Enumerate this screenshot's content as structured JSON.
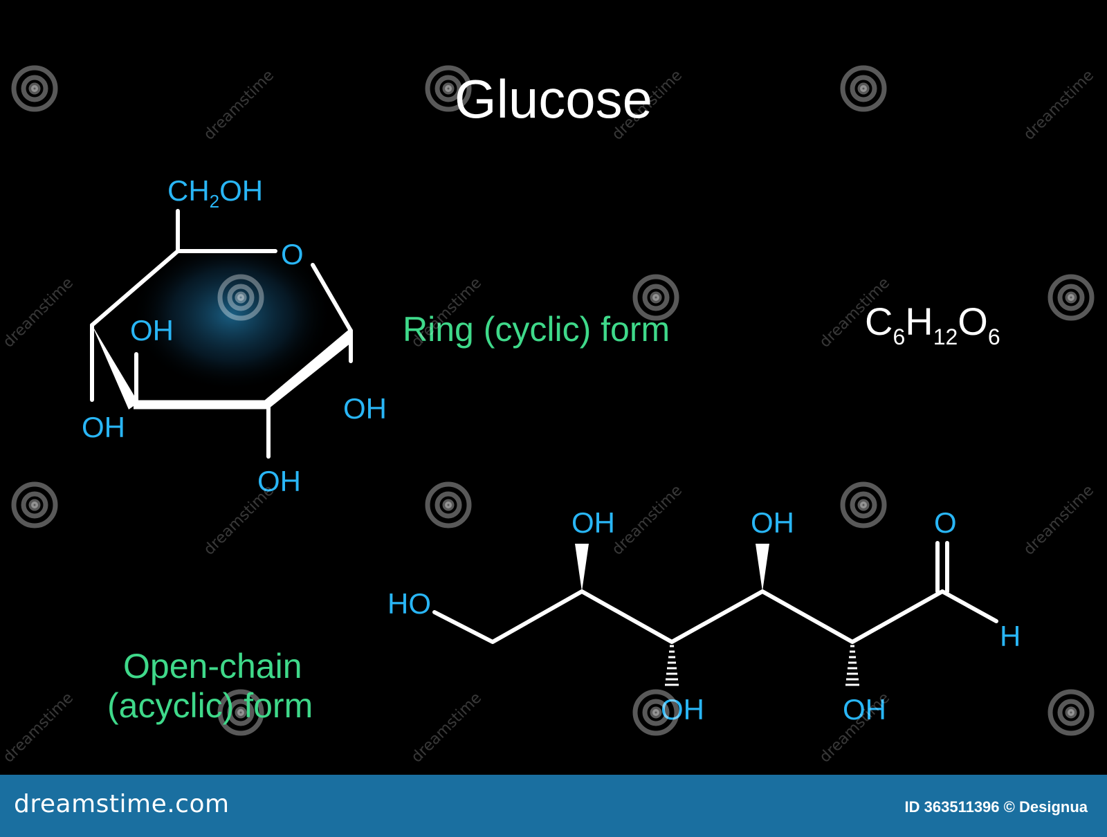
{
  "title": "Glucose",
  "formula": {
    "c": "C",
    "c_n": "6",
    "h": "H",
    "h_n": "12",
    "o": "O",
    "o_n": "6"
  },
  "ring_label": "Ring (cyclic) form",
  "open_label_line1": "Open-chain",
  "open_label_line2": "(acyclic) form",
  "ring": {
    "ch2oh_a": "CH",
    "ch2oh_sub": "2",
    "ch2oh_b": "OH",
    "o": "O",
    "oh_c4": "OH",
    "oh_c4_low": "OH",
    "oh_c1": "OH",
    "oh_c2": "OH"
  },
  "chain": {
    "ho": "HO",
    "oh_top1": "OH",
    "oh_top2": "OH",
    "o": "O",
    "h": "H",
    "oh_bot1": "OH",
    "oh_bot2": "OH"
  },
  "footer": {
    "brand": "dreamstime.com",
    "credit": "ID 363511396 © Designua"
  },
  "watermark_text": "dreamstime",
  "colors": {
    "background": "#000000",
    "bond": "#ffffff",
    "atom_label": "#29b6f6",
    "form_label": "#3fd98a",
    "footer_bar": "#1a6fa0",
    "glow": "#1e6f9a"
  }
}
